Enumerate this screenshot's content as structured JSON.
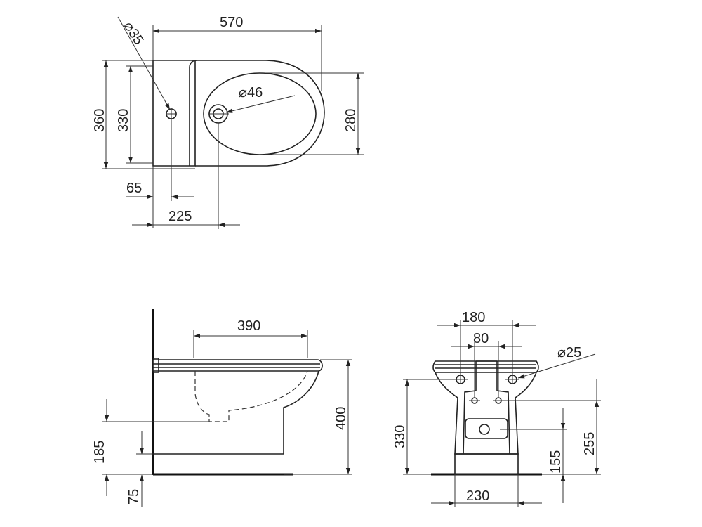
{
  "top_view": {
    "width_570": "570",
    "tap_hole": "⌀35",
    "drain_hole": "⌀46",
    "depth_360": "360",
    "depth_330": "330",
    "bowl_280": "280",
    "offset_65": "65",
    "offset_225": "225"
  },
  "side_view": {
    "bowl_390": "390",
    "height_400": "400",
    "height_185": "185",
    "height_75": "75"
  },
  "front_view": {
    "width_180": "180",
    "width_80": "80",
    "holes_25": "⌀25",
    "height_330": "330",
    "height_155": "155",
    "height_255": "255",
    "base_230": "230"
  }
}
